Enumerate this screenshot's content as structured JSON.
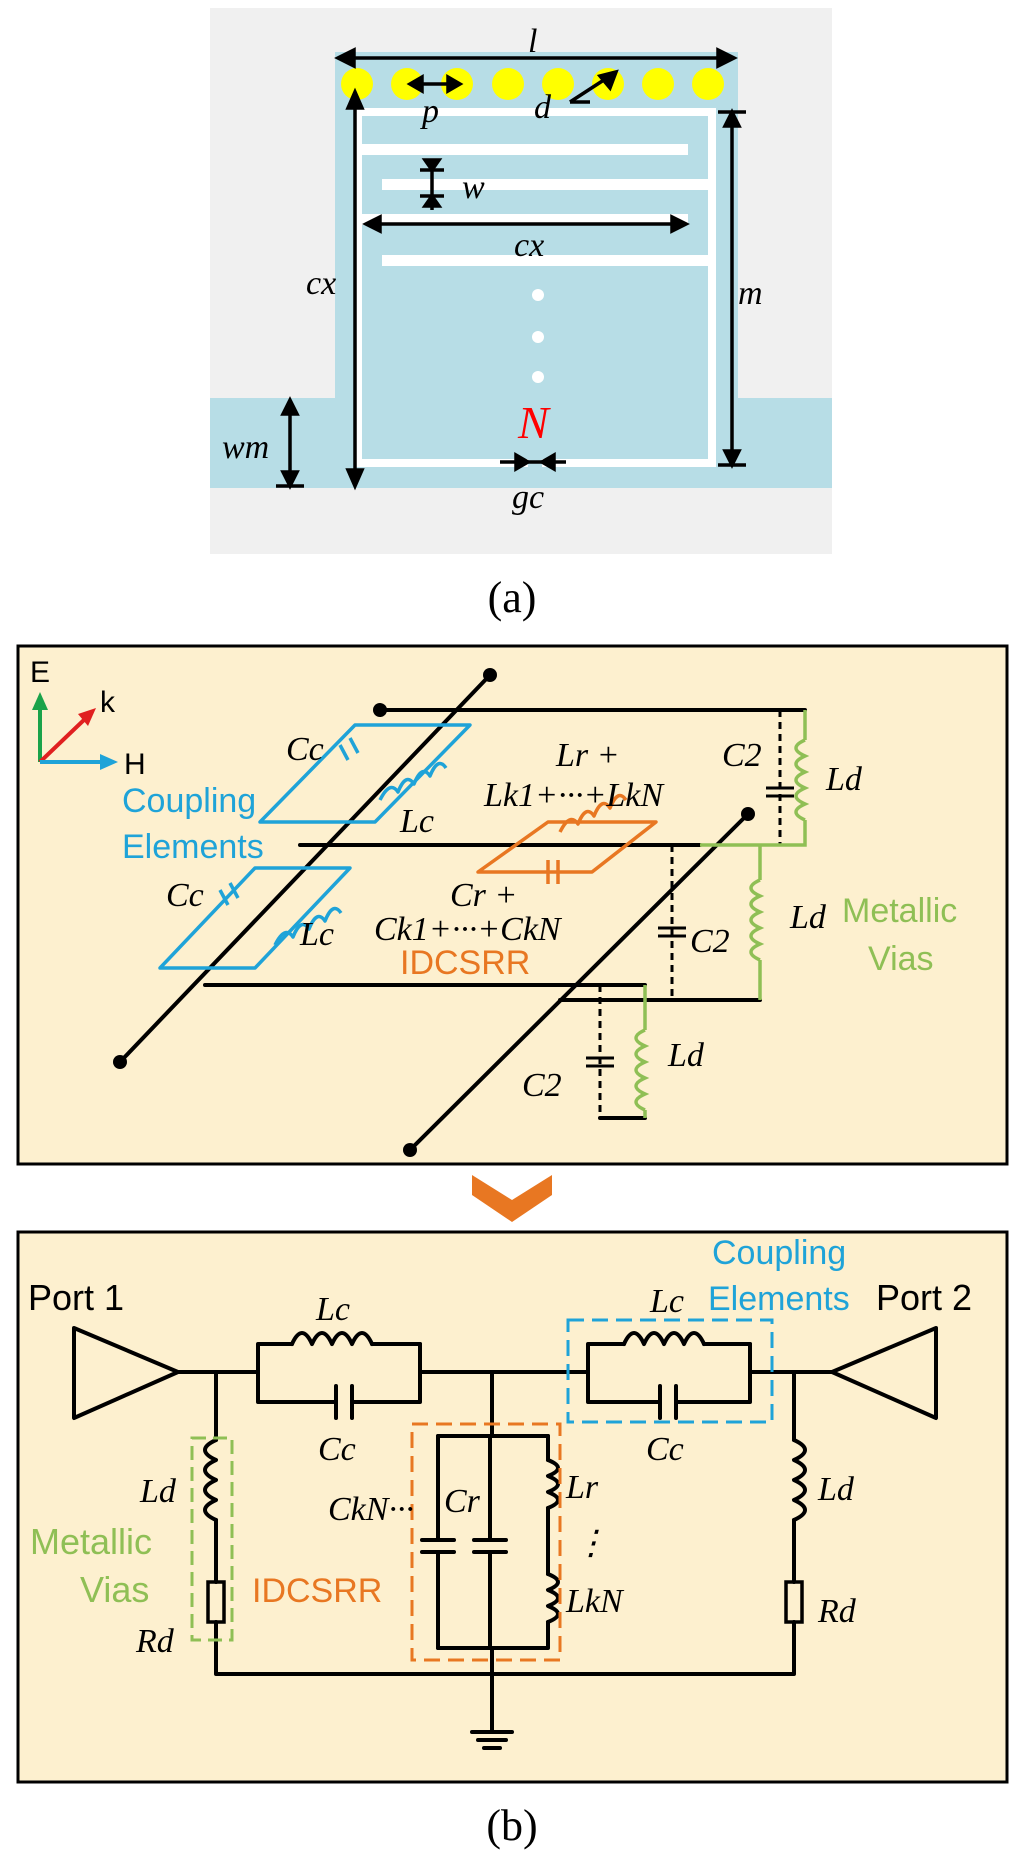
{
  "part_a": {
    "caption": "(a)",
    "labels": {
      "l": "l",
      "p": "p",
      "d": "d",
      "w": "w",
      "cx_h": "cx",
      "cx_v": "cx",
      "m": "m",
      "wm": "wm",
      "N": "N",
      "gc": "gc"
    },
    "colors": {
      "background": "#f0f0f0",
      "substrate": "#b7dde6",
      "slot": "#ffffff",
      "via": "#ffff00",
      "N_label": "#ff0000"
    }
  },
  "part_b_3d": {
    "axes": {
      "E": "E",
      "k": "k",
      "H": "H"
    },
    "labels": {
      "cc1": "Cc",
      "lc1": "Lc",
      "cc2": "Cc",
      "lc2": "Lc",
      "coupling": "Coupling",
      "elements": "Elements",
      "lr_line1": "Lr +",
      "lr_line2": "Lk1+···+LkN",
      "cr_line1": "Cr +",
      "cr_line2": "Ck1+···+CkN",
      "idcsrr": "IDCSRR",
      "c2_1": "C2",
      "c2_2": "C2",
      "c2_3": "C2",
      "ld_1": "Ld",
      "ld_2": "Ld",
      "ld_3": "Ld",
      "metallic": "Metallic",
      "vias": "Vias"
    },
    "colors": {
      "panel": "#fdf0cf",
      "coupling": "#1fa3d8",
      "idcsrr": "#e87722",
      "vias": "#8fbf55"
    }
  },
  "part_b_circuit": {
    "labels": {
      "port1": "Port 1",
      "port2": "Port 2",
      "lc_left": "Lc",
      "cc_left": "Cc",
      "lc_right": "Lc",
      "cc_right": "Cc",
      "coupling": "Coupling",
      "elements": "Elements",
      "ld_left": "Ld",
      "rd_left": "Rd",
      "ld_right": "Ld",
      "rd_right": "Rd",
      "metallic": "Metallic",
      "vias": "Vias",
      "ckn": "CkN···",
      "cr": "Cr",
      "lr": "Lr",
      "lkn": "LkN",
      "vdots": "⋮",
      "idcsrr": "IDCSRR"
    }
  },
  "caption_b": "(b)"
}
